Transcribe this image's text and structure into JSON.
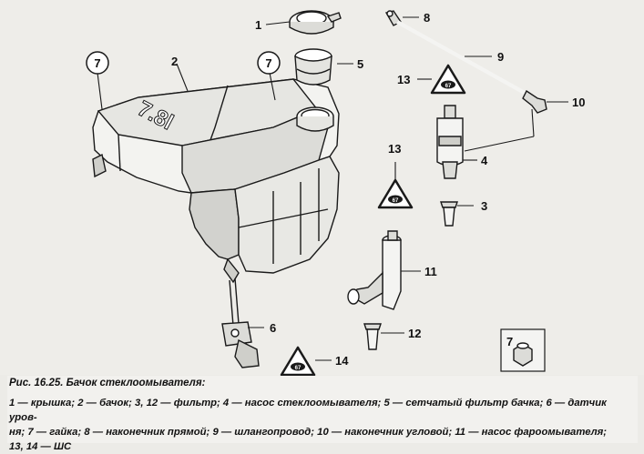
{
  "callouts": {
    "c1": "1",
    "c2": "2",
    "c3": "3",
    "c4": "4",
    "c5": "5",
    "c6": "6",
    "c7a": "7",
    "c7b": "7",
    "c7c": "7",
    "c8": "8",
    "c9": "9",
    "c10": "10",
    "c11": "11",
    "c12": "12",
    "c13a": "13",
    "c13b": "13",
    "c14": "14"
  },
  "tank_marking": "7.8l",
  "torque_icon_text": "67",
  "caption": {
    "title": "Рис. 16.25. Бачок стеклоомывателя:",
    "line1": "1 — крышка; 2 — бачок; 3, 12 — фильтр; 4 — насос стеклоомывателя; 5 — сетчатый фильтр бачка; 6 — датчик уров-",
    "line2": "ня; 7 — гайка; 8 — наконечник прямой; 9 — шлангопровод; 10 — наконечник угловой; 11 — насос фароомывателя;",
    "line3": "13, 14 — ШС"
  },
  "colors": {
    "line": "#1a1a1a",
    "part_fill": "#f4f4f2",
    "shade": "#c9c9c6",
    "background": "#ecebe7"
  }
}
